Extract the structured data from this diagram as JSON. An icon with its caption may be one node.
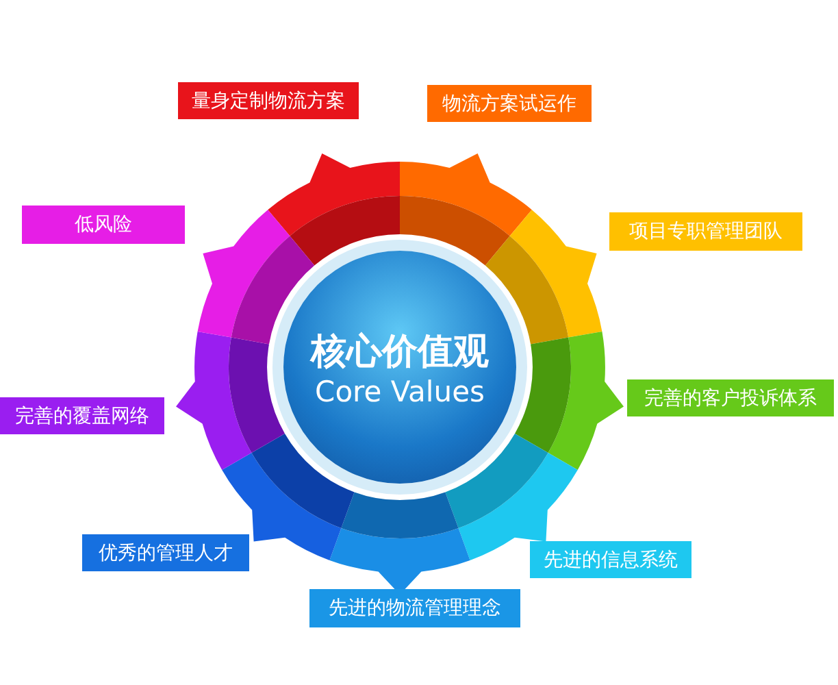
{
  "diagram": {
    "nodes": [
      {
        "text": [
          "核心价值观",
          "Core Values"
        ]
      },
      {
        "text": [
          "量身定制物流方案"
        ]
      },
      {
        "text": [
          "物流方案试运作"
        ]
      },
      {
        "text": [
          "项目专职管理团队"
        ]
      },
      {
        "text": [
          "完善的客户投诉体系"
        ]
      },
      {
        "text": [
          "先进的信息系统"
        ]
      },
      {
        "text": [
          "先进的物流管理理念"
        ]
      },
      {
        "text": [
          "优秀的管理人才"
        ]
      },
      {
        "text": [
          "完善的覆盖网络"
        ]
      },
      {
        "text": [
          "低风险"
        ]
      }
    ]
  }
}
